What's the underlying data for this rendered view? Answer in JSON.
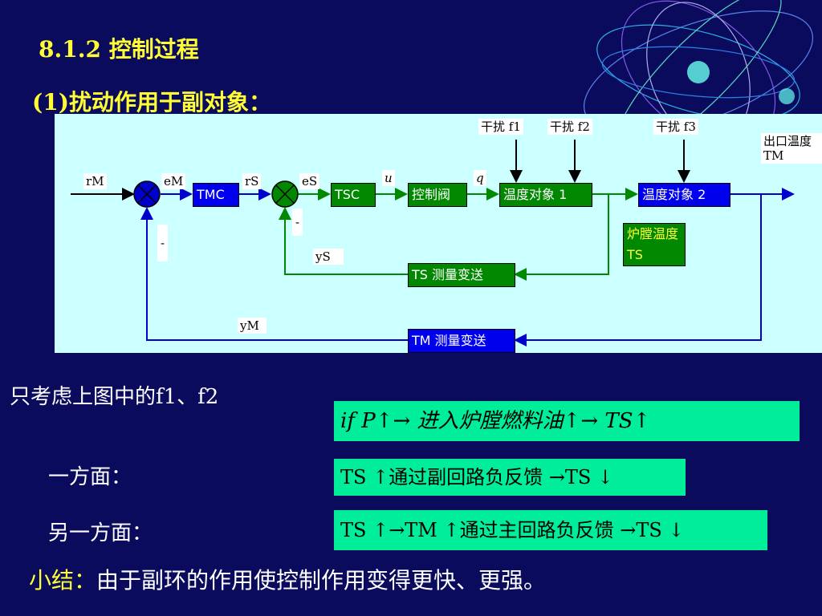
{
  "title": "8.1.2  控制过程",
  "subtitle": "(1)扰动作用于副对象：",
  "diagram": {
    "disturb1": "干扰 f1",
    "disturb2": "干扰 f2",
    "disturb3": "干扰 f3",
    "outlet_temp": "出口温度 TM",
    "rM": "rM",
    "eM": "eM",
    "rS": "rS",
    "eS": "eS",
    "u": "u",
    "q": "q",
    "minus1": "-",
    "minus2": "-",
    "yS": "yS",
    "yM": "yM",
    "TMC": "TMC",
    "TSC": "TSC",
    "valve": "控制阀",
    "obj1": "温度对象 1",
    "obj2": "温度对象 2",
    "furnace_temp": "炉膛温度 TS",
    "ts_meas": "TS 测量变送",
    "tm_meas": "TM 测量变送"
  },
  "line_consider": "只考虑上图中的f1、f2",
  "formula_if": "if  P↑→ 进入炉膛燃料油↑→ TS↑",
  "label_one_side": "一方面：",
  "formula_one": "TS ↑通过副回路负反馈 →TS ↓",
  "label_other_side": "另一方面：",
  "formula_other": "TS ↑→TM ↑通过主回路负反馈 →TS ↓",
  "summary_label": "小结：",
  "summary_text": "由于副环的作用使控制作用变得更快、更强。"
}
